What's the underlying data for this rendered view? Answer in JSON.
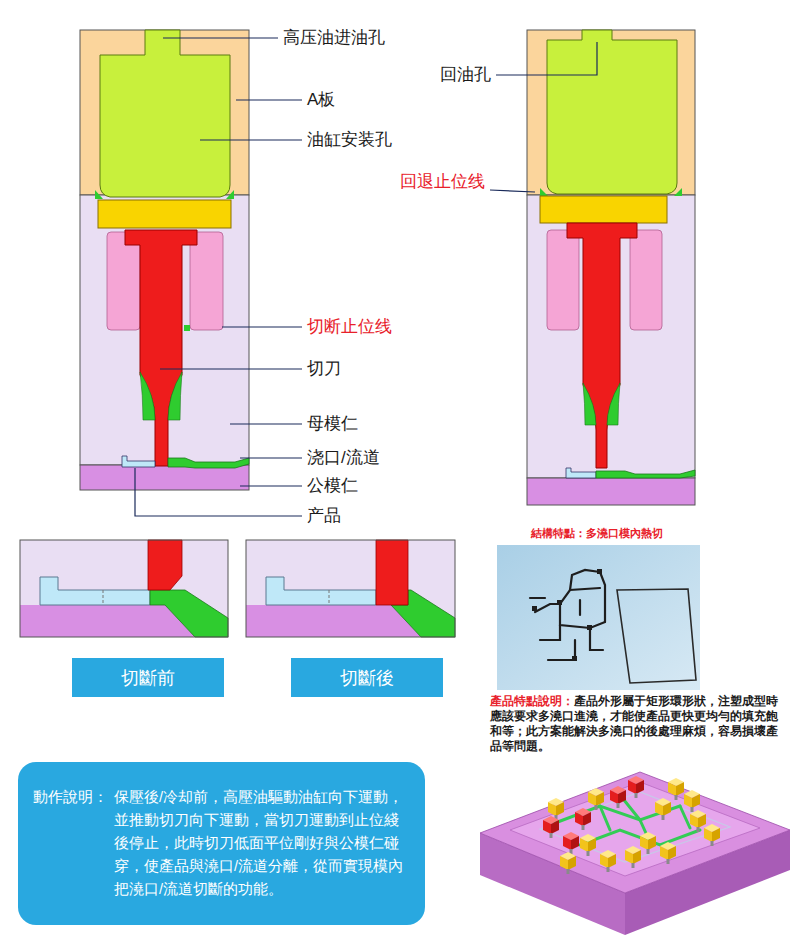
{
  "diagram": {
    "nodes": [
      {
        "text": [
          "切斷前"
        ]
      },
      {
        "text": [
          "切斷後"
        ]
      },
      {
        "text": [
          "動作說明：",
          "保壓後/冷却前，高壓油驅動油缸向下運動，並推動切刀向下運動，當切刀運動到止位綫後停止，此時切刀低面平位剛好與公模仁碰穿，使產品與澆口/流道分離，從而實現模內把澆口/流道切斷的功能。"
        ]
      }
    ],
    "labels": [
      "高压油进油孔",
      "A板",
      "油缸安装孔",
      "切断止位线",
      "切刀",
      "母模仁",
      "浇口/流道",
      "公模仁",
      "产品",
      "回油孔",
      "回退止位线",
      "結構特點：多澆口模內熱切",
      "產品特點說明：",
      "產品外形屬于矩形環形狀，注塑成型時應該要求多澆口進澆，才能使產品更快更均勻的填充飽和等；此方案能解決多澆口的後處理麻煩，容易損壞產品等問題。"
    ]
  }
}
